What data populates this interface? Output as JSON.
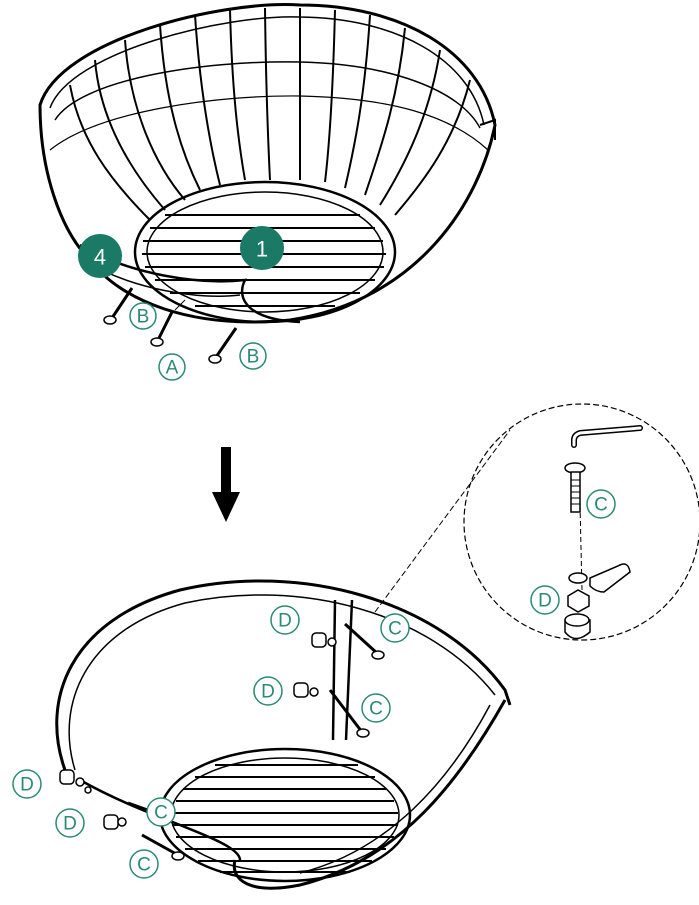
{
  "colors": {
    "accent": "#2b8a72",
    "step_fill": "#1a7a66",
    "line": "#000000",
    "label_bg": "#ffffff"
  },
  "steps": {
    "step_1": "1",
    "step_4": "4"
  },
  "parts": {
    "A": "A",
    "B": "B",
    "C": "C",
    "D": "D"
  }
}
